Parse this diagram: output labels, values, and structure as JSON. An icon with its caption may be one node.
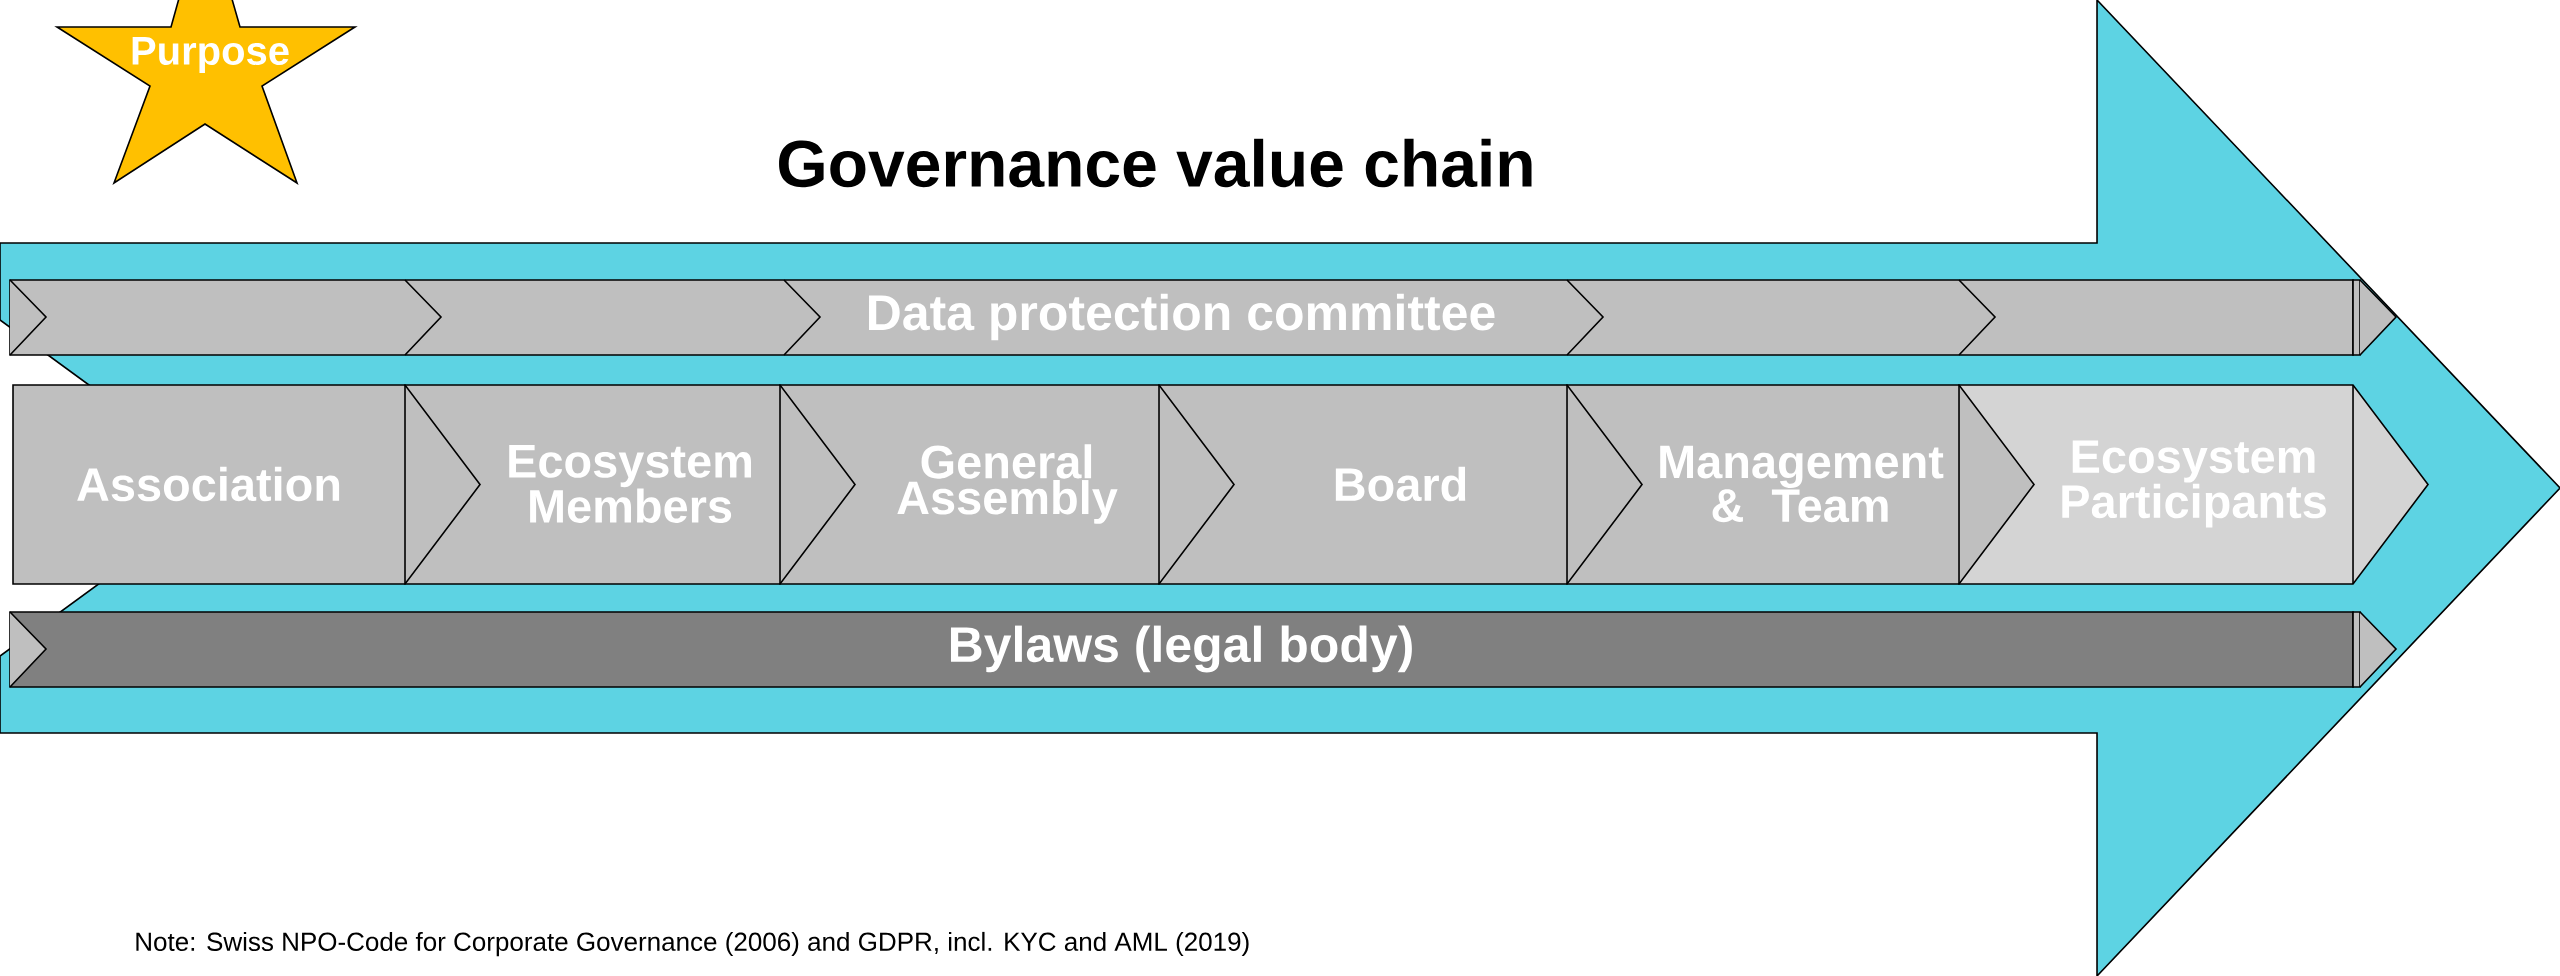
{
  "diagram": {
    "title": "Governance value chain",
    "caption": "Note: Swiss NPO-Code for Corporate Governance (2006) and GDPR, incl. KYC and AML (2019)",
    "nodes": [
      {
        "text": [
          "Purpose"
        ]
      },
      {
        "text": [
          "Data protection committee"
        ]
      },
      {
        "text": [
          "Association"
        ]
      },
      {
        "text": [
          "Ecosystem Members"
        ]
      },
      {
        "text": [
          "General Assembly"
        ]
      },
      {
        "text": [
          "Board"
        ]
      },
      {
        "text": [
          "Management & Team"
        ]
      },
      {
        "text": [
          "Ecosystem Participants"
        ]
      },
      {
        "text": [
          "Bylaws (legal body)"
        ]
      }
    ]
  }
}
